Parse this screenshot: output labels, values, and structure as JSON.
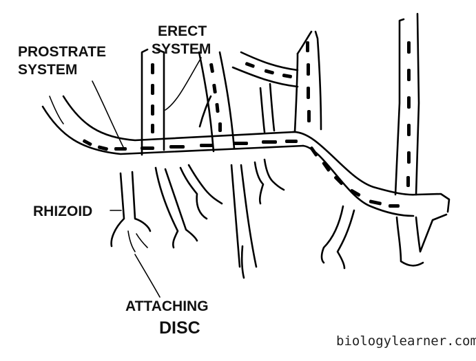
{
  "labels": {
    "erect_line1": "ERECT",
    "erect_line2": "SYSTEM",
    "prostrate_line1": "PROSTRATE",
    "prostrate_line2": "SYSTEM",
    "rhizoid": "RHIZOID",
    "attaching_line1": "ATTACHING",
    "attaching_line2": "DISC"
  },
  "watermark": "biologylearner.com"
}
